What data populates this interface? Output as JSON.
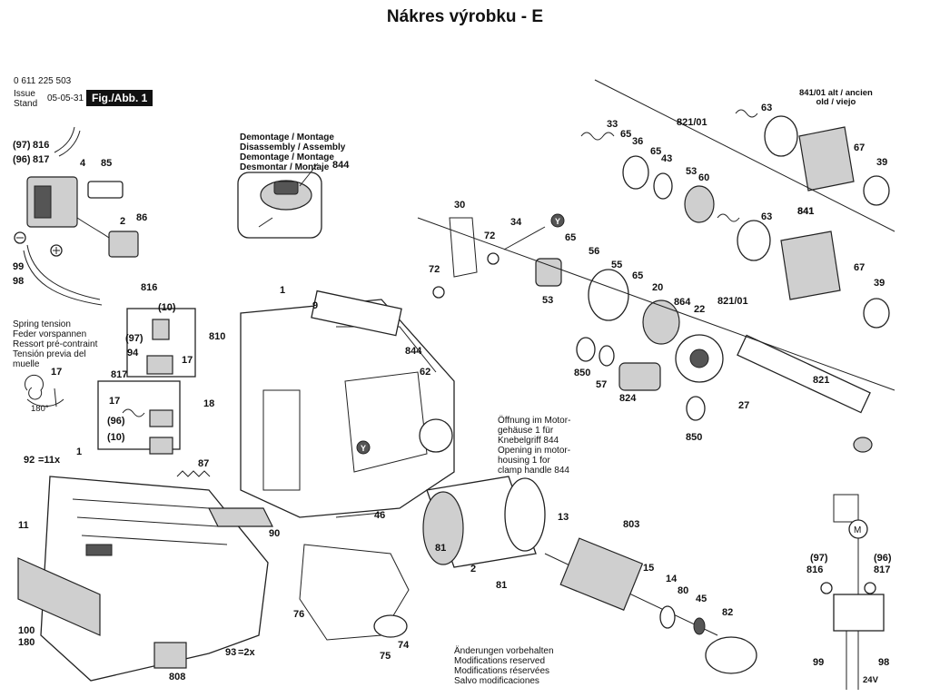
{
  "title": "Nákres výrobku - E",
  "meta": {
    "part_number": "0 611 225 503",
    "issue_label": "Issue\nStand",
    "issue_date": "05-05-31",
    "figure_label": "Fig./Abb. 1"
  },
  "notes": {
    "demontage": "Demontage / Montage\nDisassembly / Assembly\nDemontage / Montage\nDesmontar / Montaje",
    "spring": "Spring tension\nFeder vorspannen\nRessort pré-contraint\nTensión previa del\nmuelle",
    "opening": "Öffnung im Motor-\ngehäuse 1 für\nKnebelgriff 844\nOpening in motor-\nhousing 1 for\nclamp handle 844",
    "changes": "Änderungen vorbehalten\nModifications reserved\nModifications réservées\nSalvo modificaciones",
    "alt_old": "841/01 alt / ancien\nold / viejo",
    "spring_angle": "180°",
    "voltage": "24V"
  },
  "part_labels": [
    "816",
    "817",
    "(97)",
    "(96)",
    "4",
    "85",
    "86",
    "2",
    "99",
    "98",
    "816",
    "(10)",
    "(97)",
    "94",
    "810",
    "17",
    "817",
    "17",
    "(96)",
    "(10)",
    "18",
    "1",
    "9",
    "844",
    "62",
    "87",
    "90",
    "46",
    "92",
    "=11x",
    "1",
    "11",
    "100",
    "180",
    "93",
    "=2x",
    "808",
    "76",
    "75",
    "74",
    "81",
    "2",
    "81",
    "13",
    "803",
    "15",
    "14",
    "80",
    "45",
    "82",
    "30",
    "34",
    "72",
    "72",
    "65",
    "56",
    "55",
    "65",
    "20",
    "864",
    "22",
    "821/01",
    "53",
    "850",
    "57",
    "824",
    "850",
    "27",
    "821",
    "33",
    "65",
    "36",
    "65",
    "43",
    "53",
    "60",
    "821/01",
    "63",
    "841",
    "67",
    "39",
    "63",
    "841",
    "67",
    "39",
    "(97)",
    "816",
    "(96)",
    "817",
    "99",
    "98",
    "17",
    "844",
    "Y",
    "Y",
    "M"
  ],
  "icons": [
    "minus-icon",
    "plus-icon",
    "motor-symbol",
    "arrow-icon"
  ]
}
